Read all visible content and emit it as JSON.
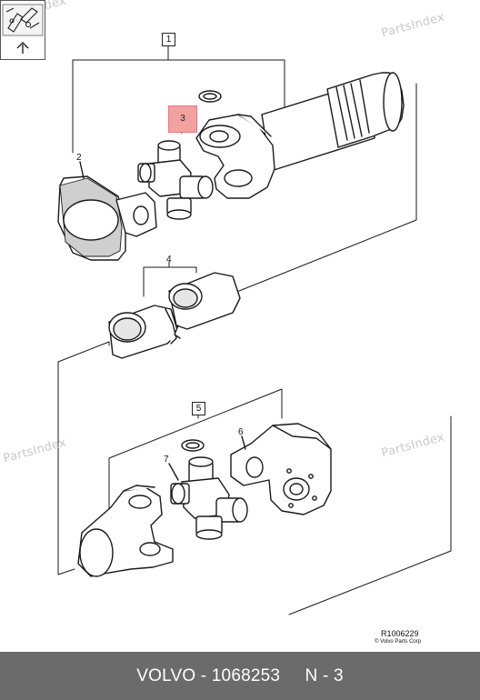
{
  "watermarks": [
    "PartsIndex",
    "PartsIndex",
    "PartsIndex",
    "PartsIndex"
  ],
  "callouts": {
    "c1": "1",
    "c2": "2",
    "c3": "3",
    "c4": "4",
    "c5": "5",
    "c6": "6",
    "c7": "7"
  },
  "reference": "R1006229",
  "copyright": "© Volvo Parts Corp",
  "footer": {
    "brand": "VOLVO",
    "part_number": "1068253",
    "position": "N - 3",
    "text": "VOLVO - 1068253     N - 3"
  },
  "colors": {
    "highlight": "#f2a1a1",
    "footer_bg": "#6b6b6b",
    "watermark": "#c9c9c9"
  },
  "icons": {
    "nav": "exploded-view-up-arrow-icon"
  }
}
